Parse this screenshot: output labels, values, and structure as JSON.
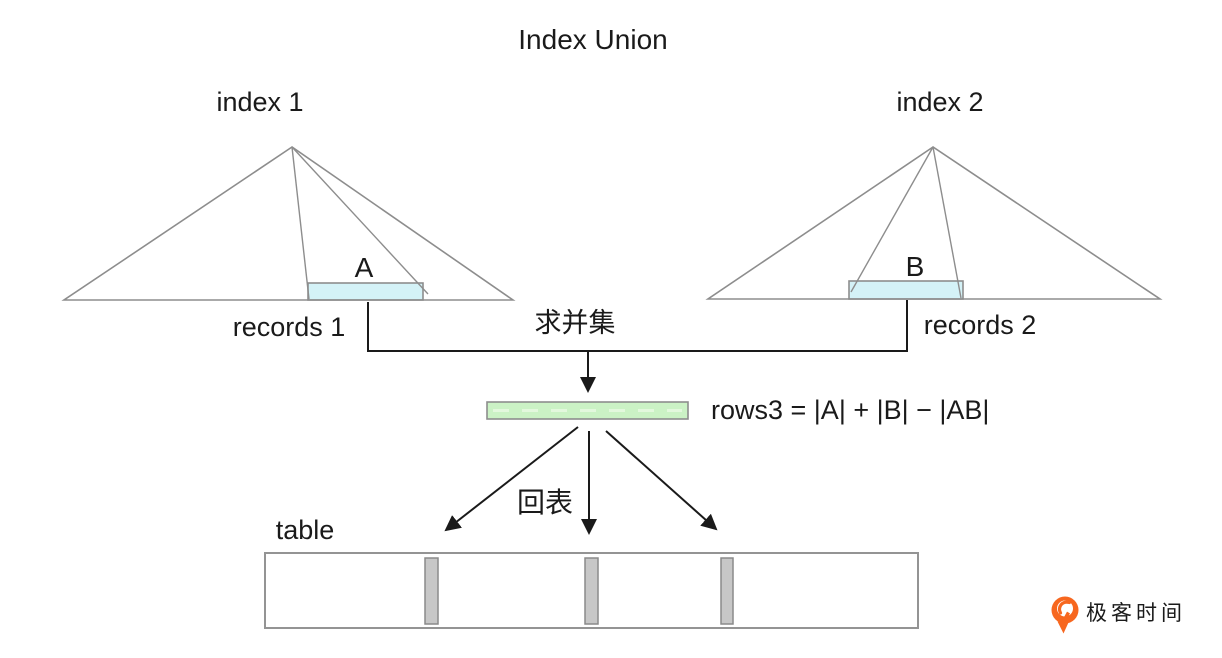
{
  "page": {
    "title": "Index Union"
  },
  "colors": {
    "diagram_line": "#8d8d8d",
    "arrow_black": "#1a1a1a",
    "region_fill_cyan": "#d4f2f7",
    "result_fill_green": "#cbf2c5",
    "result_fill_dash": "#e3f8dd",
    "table_bar_fill": "#c7c7c7",
    "table_bar_border": "#8a8a8a",
    "brand_orange": "#f7671f",
    "logo_text": "#595959"
  },
  "index_tree_1": {
    "title": "index 1",
    "region_label": "A",
    "records_label": "records 1"
  },
  "index_tree_2": {
    "title": "index 2",
    "region_label": "B",
    "records_label": "records 2"
  },
  "merge": {
    "operation_label": "求并集",
    "result_formula": "rows3 = |A| + |B| − |AB|"
  },
  "table_lookup": {
    "label": "回表"
  },
  "table": {
    "label": "table"
  },
  "brand": {
    "logo_text": "极客时间"
  }
}
